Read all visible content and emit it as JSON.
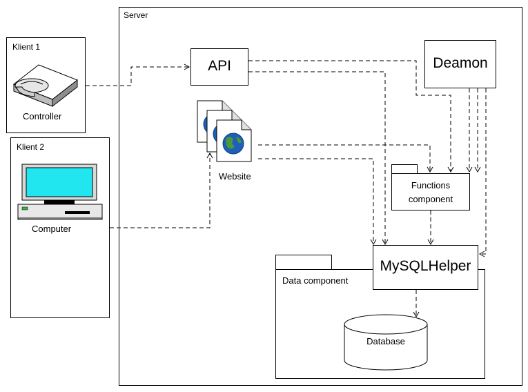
{
  "server": {
    "title": "Server"
  },
  "klient1": {
    "title": "Klient 1",
    "device_label": "Controller"
  },
  "klient2": {
    "title": "Klient 2",
    "device_label": "Computer"
  },
  "api": {
    "label": "API"
  },
  "deamon": {
    "label": "Deamon"
  },
  "website": {
    "label": "Website"
  },
  "functions": {
    "label_line1": "Functions",
    "label_line2": "component"
  },
  "mysqlhelper": {
    "label": "MySQLHelper"
  },
  "data_component": {
    "label": "Data component"
  },
  "database": {
    "label": "Database"
  },
  "icons": [
    "controller-icon",
    "computer-icon",
    "web-pages-icon",
    "database-icon"
  ],
  "colors": {
    "stroke": "#000000",
    "screen": "#22e6ef",
    "globe_blue": "#1f5fb8",
    "globe_green": "#4a9a3a"
  }
}
